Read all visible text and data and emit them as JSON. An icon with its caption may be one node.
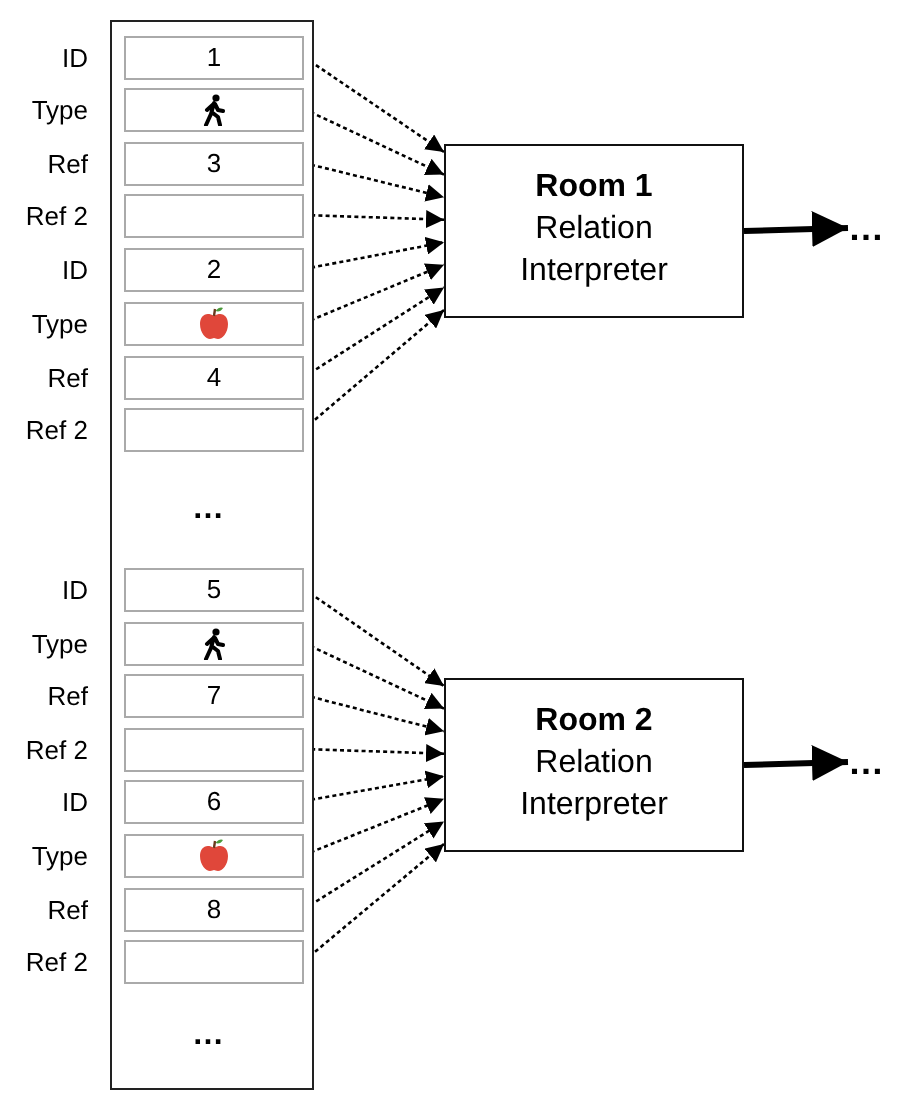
{
  "diagram": {
    "nodes": [
      {
        "text": [],
        "shape": "box"
      },
      {
        "text": [
          "1"
        ],
        "in": 0,
        "beside": [
          "ID"
        ]
      },
      {
        "text": [],
        "shape": "box",
        "in": 0,
        "beside": [
          "Type"
        ]
      },
      {
        "text": [],
        "shape": "person",
        "in": 2
      },
      {
        "text": [
          "3"
        ],
        "in": 0,
        "beside": [
          "Ref"
        ]
      },
      {
        "text": [],
        "shape": "box",
        "in": 0,
        "beside": [
          "Ref 2"
        ]
      },
      {
        "text": [
          "2"
        ],
        "in": 0,
        "beside": [
          "ID"
        ]
      },
      {
        "text": [],
        "shape": "box",
        "in": 0,
        "beside": [
          "Type"
        ]
      },
      {
        "text": [],
        "shape": "picture",
        "in": 7
      },
      {
        "text": [
          "4"
        ],
        "in": 0,
        "beside": [
          "Ref"
        ]
      },
      {
        "text": [],
        "shape": "box",
        "in": 0,
        "beside": [
          "Ref 2"
        ]
      },
      {
        "text": [
          "5"
        ],
        "in": 0,
        "beside": [
          "ID"
        ]
      },
      {
        "text": [],
        "shape": "box",
        "in": 0,
        "beside": [
          "Type"
        ]
      },
      {
        "text": [],
        "shape": "person",
        "in": 12
      },
      {
        "text": [
          "7"
        ],
        "in": 0,
        "beside": [
          "Ref"
        ]
      },
      {
        "text": [],
        "shape": "box",
        "in": 0,
        "beside": [
          "Ref 2"
        ]
      },
      {
        "text": [
          "6"
        ],
        "in": 0,
        "beside": [
          "ID"
        ]
      },
      {
        "text": [],
        "shape": "box",
        "in": 0,
        "beside": [
          "Type"
        ]
      },
      {
        "text": [],
        "shape": "picture",
        "in": 17
      },
      {
        "text": [
          "8"
        ],
        "in": 0,
        "beside": [
          "Ref"
        ]
      },
      {
        "text": [],
        "shape": "box",
        "in": 0,
        "beside": [
          "Ref 2"
        ]
      },
      {
        "text": [
          "Room 1",
          "Relation Interpreter"
        ]
      },
      {
        "text": [
          "…"
        ]
      },
      {
        "text": [
          "Room 2",
          "Relation Interpreter"
        ]
      },
      {
        "text": [
          "…"
        ]
      }
    ],
    "edges": [
      {
        "from": 1,
        "to": 21,
        "arrow": "to",
        "style": "dashed"
      },
      {
        "from": 2,
        "to": 21,
        "arrow": "to",
        "style": "dashed"
      },
      {
        "from": 4,
        "to": 21,
        "arrow": "to",
        "style": "dashed"
      },
      {
        "from": 5,
        "to": 21,
        "arrow": "to",
        "style": "dashed"
      },
      {
        "from": 6,
        "to": 21,
        "arrow": "to",
        "style": "dashed"
      },
      {
        "from": 7,
        "to": 21,
        "arrow": "to",
        "style": "dashed"
      },
      {
        "from": 9,
        "to": 21,
        "arrow": "to",
        "style": "dashed"
      },
      {
        "from": 10,
        "to": 21,
        "arrow": "to",
        "style": "dashed"
      },
      {
        "from": 21,
        "to": 22,
        "arrow": "to",
        "style": "thick"
      },
      {
        "from": 11,
        "to": 23,
        "arrow": "to",
        "style": "dashed"
      },
      {
        "from": 12,
        "to": 23,
        "arrow": "to",
        "style": "dashed"
      },
      {
        "from": 14,
        "to": 23,
        "arrow": "to",
        "style": "dashed"
      },
      {
        "from": 15,
        "to": 23,
        "arrow": "to",
        "style": "dashed"
      },
      {
        "from": 16,
        "to": 23,
        "arrow": "to",
        "style": "dashed"
      },
      {
        "from": 17,
        "to": 23,
        "arrow": "to",
        "style": "dashed"
      },
      {
        "from": 19,
        "to": 23,
        "arrow": "to",
        "style": "dashed"
      },
      {
        "from": 20,
        "to": 23,
        "arrow": "to",
        "style": "dashed"
      },
      {
        "from": 23,
        "to": 24,
        "arrow": "to",
        "style": "thick"
      }
    ],
    "labels": [
      "…",
      "…"
    ]
  }
}
